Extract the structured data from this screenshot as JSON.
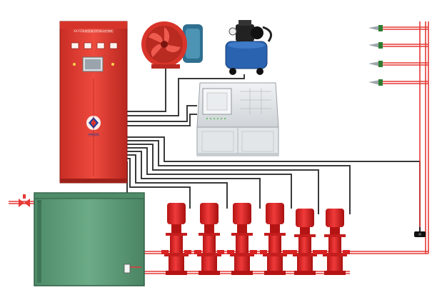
{
  "cabinet": {
    "title_text": "XX-FZ系统智能消防联动控制柜",
    "logo_text": "中德消防"
  },
  "colors": {
    "cabinet_red": "#e23a30",
    "pump_red": "#e01b1b",
    "pipe_red": "#e53935",
    "wire_gray": "#3a3a3a",
    "tank_green": "#5d9b78",
    "console_gray": "#dfe3e6",
    "fan_red": "#d8352a",
    "compressor_blue": "#2a63b0",
    "sprinkler_green": "#2e7d32"
  },
  "icons": {
    "cabinet": "control-cabinet-icon",
    "fan": "axial-fan-icon",
    "compressor": "air-compressor-icon",
    "console": "control-console-icon",
    "tank": "water-tank-icon",
    "pumps": "vertical-pump-icon",
    "sprinklers": "sprinkler-head-icon",
    "pressure_switch": "pressure-switch-icon",
    "inlet_valve": "inlet-valve-icon"
  },
  "counts": {
    "pumps": 6,
    "sprinklers": 4
  }
}
